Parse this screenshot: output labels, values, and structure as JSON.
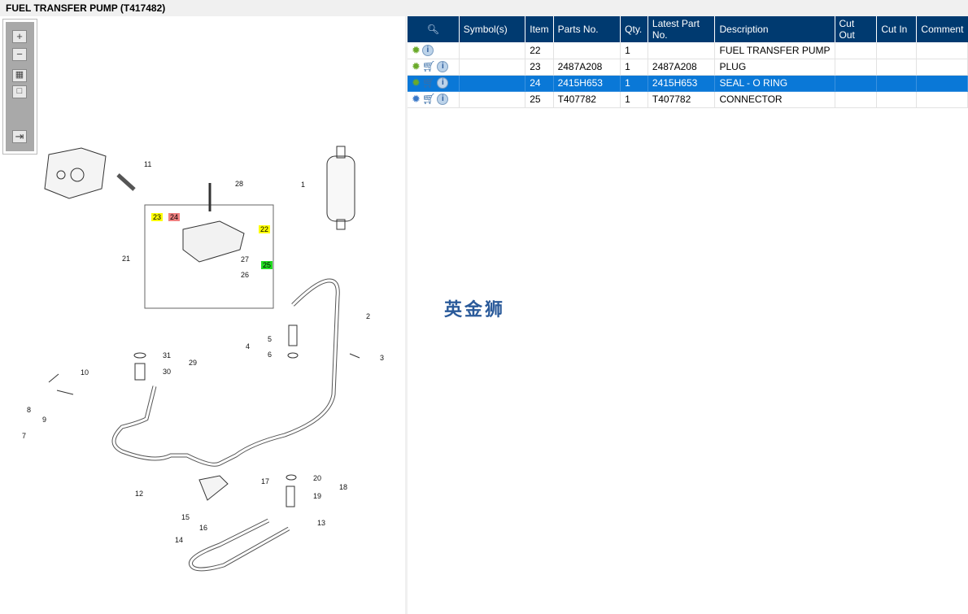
{
  "title": "FUEL TRANSFER PUMP (T417482)",
  "toolbar": {
    "zoom_in": "+",
    "zoom_out": "−",
    "fit": "▦",
    "actual": "□",
    "export": "⇥"
  },
  "diagram": {
    "labels": [
      "1",
      "2",
      "3",
      "4",
      "5",
      "6",
      "7",
      "8",
      "9",
      "10",
      "11",
      "12",
      "13",
      "14",
      "15",
      "16",
      "17",
      "18",
      "19",
      "20",
      "21",
      "26",
      "27",
      "28",
      "29",
      "30",
      "31"
    ],
    "highlights": [
      {
        "text": "23",
        "color": "#ffff00"
      },
      {
        "text": "24",
        "color": "#f08080"
      },
      {
        "text": "22",
        "color": "#ffff00"
      },
      {
        "text": "25",
        "color": "#22dd22"
      }
    ]
  },
  "table": {
    "headers": [
      "",
      "Symbol(s)",
      "Item",
      "Parts No.",
      "Qty.",
      "Latest Part No.",
      "Description",
      "Cut Out",
      "Cut In",
      "Comment"
    ],
    "rows": [
      {
        "icons": [
          "gear-green",
          "info"
        ],
        "symbols": "",
        "item": "22",
        "part": "",
        "qty": "1",
        "latest": "",
        "desc": "FUEL TRANSFER PUMP",
        "cutout": "",
        "cutin": "",
        "comment": ""
      },
      {
        "icons": [
          "gear-green",
          "cart",
          "info"
        ],
        "symbols": "",
        "item": "23",
        "part": "2487A208",
        "qty": "1",
        "latest": "2487A208",
        "desc": "PLUG",
        "cutout": "",
        "cutin": "",
        "comment": ""
      },
      {
        "icons": [
          "gear-green",
          "cart",
          "info"
        ],
        "symbols": "",
        "item": "24",
        "part": "2415H653",
        "qty": "1",
        "latest": "2415H653",
        "desc": "SEAL - O RING",
        "cutout": "",
        "cutin": "",
        "comment": "",
        "selected": true
      },
      {
        "icons": [
          "gears-blue",
          "cart",
          "info"
        ],
        "symbols": "",
        "item": "25",
        "part": "T407782",
        "qty": "1",
        "latest": "T407782",
        "desc": "CONNECTOR",
        "cutout": "",
        "cutin": "",
        "comment": ""
      }
    ]
  },
  "watermark": "英金狮"
}
